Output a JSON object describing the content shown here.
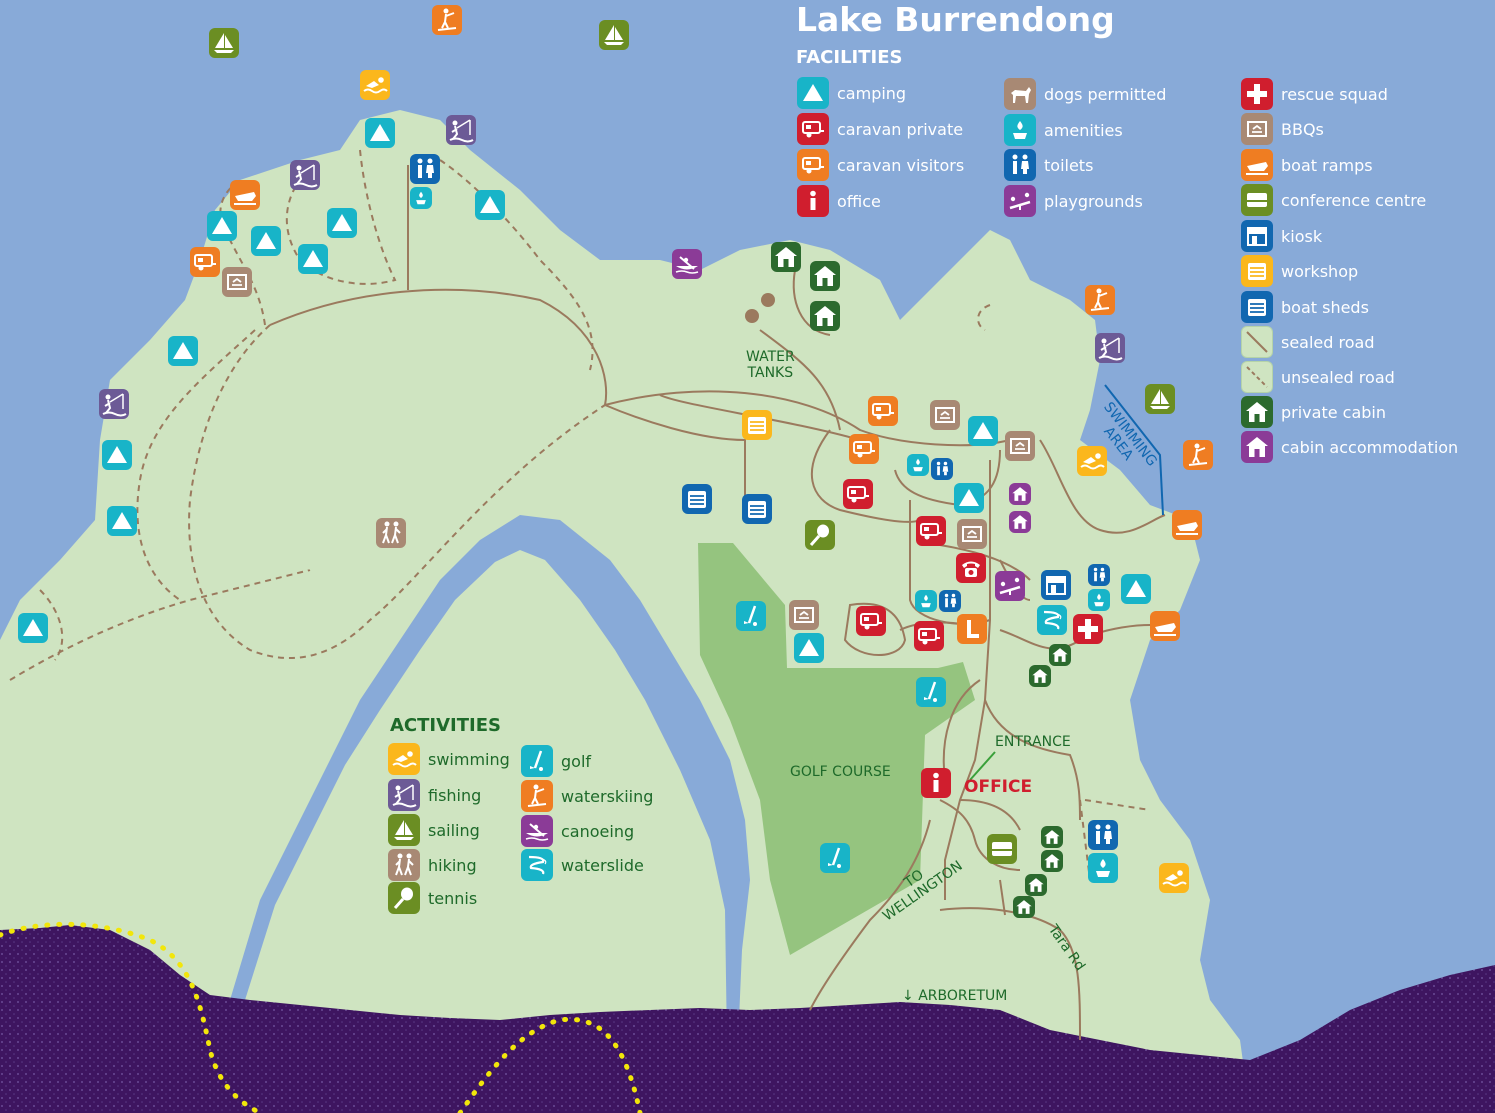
{
  "title": "Lake Burrendong",
  "colors": {
    "water": "#88aad8",
    "land": "#cfe4c1",
    "golf": "#95c47f",
    "shore": "#3e1560",
    "road": "#9b7a5e",
    "teal": "#18b4c8",
    "red": "#d01e2e",
    "orange": "#ef7d22",
    "brown": "#a88974",
    "blue": "#1167b0",
    "purple": "#8b3b97",
    "green": "#6b8e23",
    "yellow": "#fbb71c",
    "violet": "#6c5a96",
    "darkgreen": "#2c6a2e",
    "text_green": "#1e6a2a"
  },
  "legend": {
    "facilities": {
      "heading": "FACILITIES",
      "items": [
        {
          "key": "camping",
          "label": "camping"
        },
        {
          "key": "caravan_private",
          "label": "caravan private"
        },
        {
          "key": "caravan_visitors",
          "label": "caravan visitors"
        },
        {
          "key": "office",
          "label": "office"
        },
        {
          "key": "dogs",
          "label": "dogs permitted"
        },
        {
          "key": "amenities",
          "label": "amenities"
        },
        {
          "key": "toilets",
          "label": "toilets"
        },
        {
          "key": "playgrounds",
          "label": "playgrounds"
        },
        {
          "key": "rescue",
          "label": "rescue squad"
        },
        {
          "key": "bbq",
          "label": "BBQs"
        },
        {
          "key": "boat_ramp",
          "label": "boat ramps"
        },
        {
          "key": "conference",
          "label": "conference centre"
        },
        {
          "key": "kiosk",
          "label": "kiosk"
        },
        {
          "key": "workshop",
          "label": "workshop"
        },
        {
          "key": "boat_shed",
          "label": "boat sheds"
        },
        {
          "key": "sealed",
          "label": "sealed road"
        },
        {
          "key": "unsealed",
          "label": "unsealed road"
        },
        {
          "key": "private_cabin",
          "label": "private cabin"
        },
        {
          "key": "cabin_accom",
          "label": "cabin accommodation"
        }
      ]
    },
    "activities": {
      "heading": "ACTIVITIES",
      "items": [
        {
          "key": "swimming",
          "label": "swimming"
        },
        {
          "key": "fishing",
          "label": "fishing"
        },
        {
          "key": "sailing",
          "label": "sailing"
        },
        {
          "key": "hiking",
          "label": "hiking"
        },
        {
          "key": "tennis",
          "label": "tennis"
        },
        {
          "key": "golf",
          "label": "golf"
        },
        {
          "key": "waterskiing",
          "label": "waterskiing"
        },
        {
          "key": "canoeing",
          "label": "canoeing"
        },
        {
          "key": "waterslide",
          "label": "waterslide"
        }
      ]
    }
  },
  "icons": {
    "camping": {
      "color": "#18b4c8",
      "glyph": "camp-icon"
    },
    "caravan_private": {
      "color": "#d01e2e",
      "glyph": "caravan-icon"
    },
    "caravan_visitors": {
      "color": "#ef7d22",
      "glyph": "caravan-icon"
    },
    "office": {
      "color": "#d01e2e",
      "glyph": "info-icon"
    },
    "dogs": {
      "color": "#a88974",
      "glyph": "dog-icon"
    },
    "amenities": {
      "color": "#18b4c8",
      "glyph": "amenities-icon"
    },
    "toilets": {
      "color": "#1167b0",
      "glyph": "toilets-icon"
    },
    "playgrounds": {
      "color": "#8b3b97",
      "glyph": "playground-icon"
    },
    "rescue": {
      "color": "#d01e2e",
      "glyph": "cross-icon"
    },
    "bbq": {
      "color": "#a88974",
      "glyph": "bbq-icon"
    },
    "boat_ramp": {
      "color": "#ef7d22",
      "glyph": "boat-icon"
    },
    "conference": {
      "color": "#6b8e23",
      "glyph": "conference-icon"
    },
    "kiosk": {
      "color": "#1167b0",
      "glyph": "kiosk-icon"
    },
    "workshop": {
      "color": "#fbb71c",
      "glyph": "shed-icon"
    },
    "boat_shed": {
      "color": "#1167b0",
      "glyph": "shed-icon"
    },
    "sealed": {
      "color": "#cfe4c1",
      "glyph": "sealed-road-icon"
    },
    "unsealed": {
      "color": "#cfe4c1",
      "glyph": "unsealed-road-icon"
    },
    "private_cabin": {
      "color": "#2c6a2e",
      "glyph": "house-icon"
    },
    "cabin_accom": {
      "color": "#8b3b97",
      "glyph": "house-icon"
    },
    "swimming": {
      "color": "#fbb71c",
      "glyph": "swim-icon"
    },
    "fishing": {
      "color": "#6c5a96",
      "glyph": "fish-icon"
    },
    "sailing": {
      "color": "#6b8e23",
      "glyph": "sail-icon"
    },
    "hiking": {
      "color": "#a88974",
      "glyph": "hike-icon"
    },
    "tennis": {
      "color": "#6b8e23",
      "glyph": "tennis-icon"
    },
    "golf": {
      "color": "#18b4c8",
      "glyph": "golf-icon"
    },
    "waterskiing": {
      "color": "#ef7d22",
      "glyph": "ski-icon"
    },
    "canoeing": {
      "color": "#8b3b97",
      "glyph": "canoe-icon"
    },
    "waterslide": {
      "color": "#18b4c8",
      "glyph": "slide-icon"
    },
    "phone": {
      "color": "#d01e2e",
      "glyph": "phone-icon"
    },
    "leisure": {
      "color": "#ef7d22",
      "glyph": "letter-l-icon"
    }
  },
  "map_labels": {
    "water_tanks": "WATER\nTANKS",
    "golf_course": "GOLF COURSE",
    "entrance": "ENTRANCE",
    "office": "OFFICE",
    "to_wellington": "TO\nWELLINGTON",
    "tara_rd": "Tara Rd",
    "arboretum": "ARBORETUM",
    "swimming_area": "SWIMMING\nAREA",
    "leisure_letter": "L"
  }
}
